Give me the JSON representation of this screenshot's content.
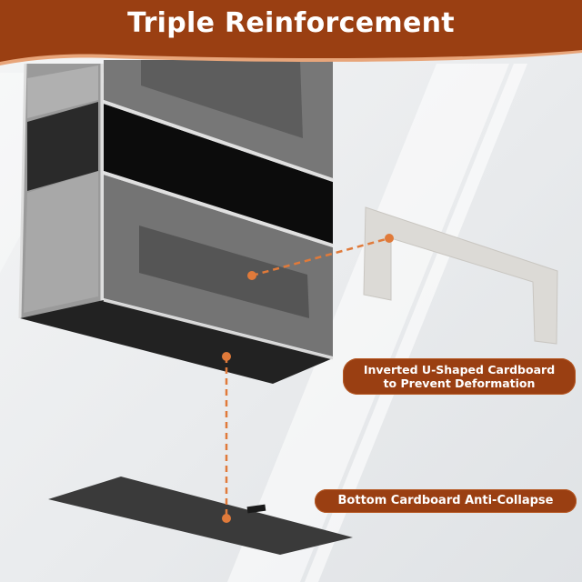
{
  "header": {
    "title": "Triple Reinforcement",
    "band_color": "#9a3f12",
    "band_edge_color": "#e8a57a"
  },
  "callouts": [
    {
      "id": "u-shaped",
      "line1": "Inverted U-Shaped Cardboard",
      "line2": "to Prevent Deformation"
    },
    {
      "id": "bottom",
      "line1": "Bottom Cardboard Anti-Collapse"
    }
  ],
  "colors": {
    "accent": "#9a3f12",
    "leader_line": "#e07a3a",
    "organizer_fabric": "#6e6e6e",
    "organizer_dark": "#1a1a1a",
    "cardboard": "#dcdad6",
    "bottom_board": "#3a3a3a",
    "background": "#eceef0"
  },
  "icons": {
    "organizer": "hanging-organizer-illustration",
    "u_board": "u-shaped-cardboard-illustration",
    "bottom_board": "bottom-cardboard-illustration"
  }
}
